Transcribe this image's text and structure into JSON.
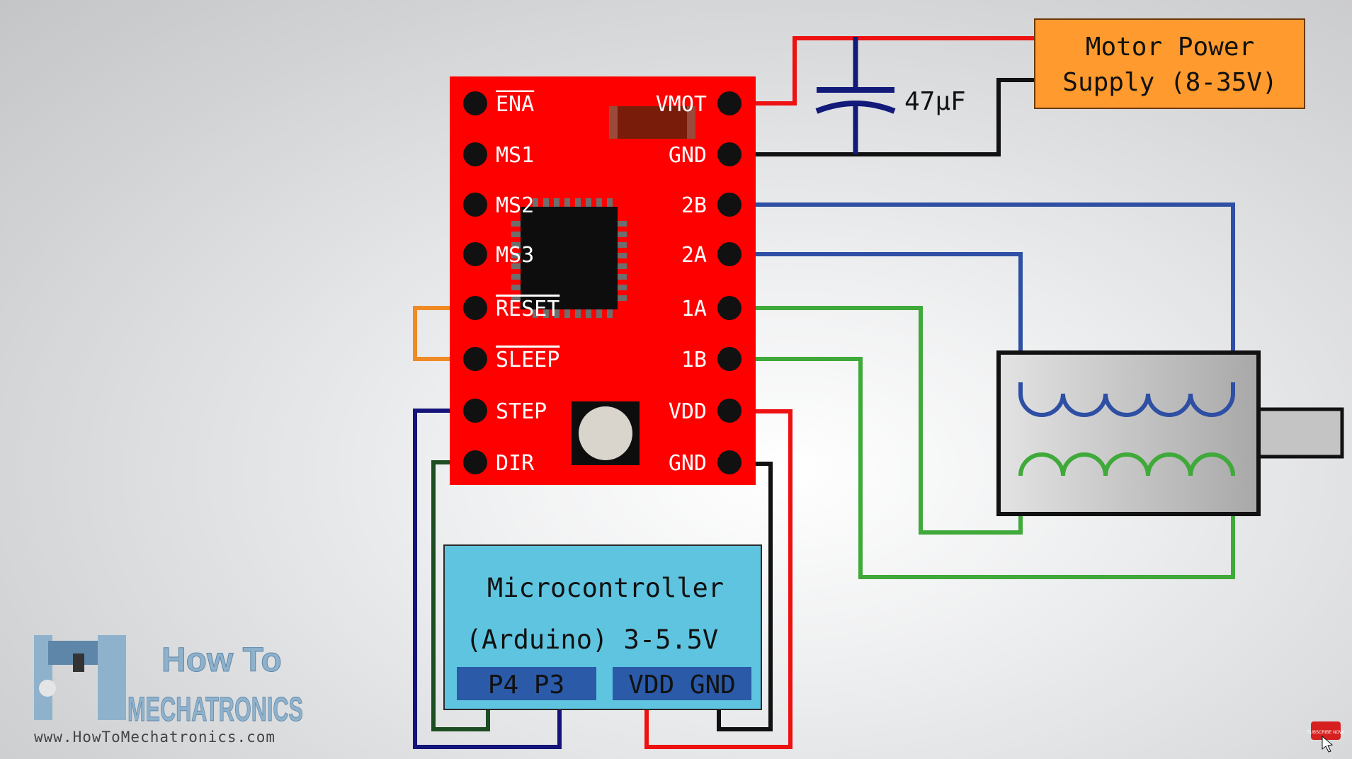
{
  "driver": {
    "left_pins": [
      "ENA",
      "MS1",
      "MS2",
      "MS3",
      "RESET",
      "SLEEP",
      "STEP",
      "DIR"
    ],
    "right_pins": [
      "VMOT",
      "GND",
      "2B",
      "2A",
      "1A",
      "1B",
      "VDD",
      "GND"
    ]
  },
  "capacitor": {
    "value": "47µF"
  },
  "motor_power": {
    "line1": "Motor Power",
    "line2": "Supply (8-35V)"
  },
  "microcontroller": {
    "title": "Microcontroller",
    "subtitle": "(Arduino) 3-5.5V",
    "pins_left": "P4 P3",
    "pins_right": "VDD GND"
  },
  "logo": {
    "line1": "How To",
    "line2": "MECHATRONICS",
    "url": "www.HowToMechatronics.com"
  },
  "badge": {
    "text": "SUBSCRIBE NOW!"
  },
  "colors": {
    "board": "#ff0000",
    "motor_power": "#ff9a2e",
    "microcontroller": "#5ec4e0",
    "wire_red": "#ee1111",
    "wire_black": "#111111",
    "wire_blue": "#2e4fa3",
    "wire_green": "#3fa93a",
    "wire_orange": "#f08a24",
    "wire_navy": "#14147a",
    "wire_darkgreen": "#1d4d22"
  }
}
